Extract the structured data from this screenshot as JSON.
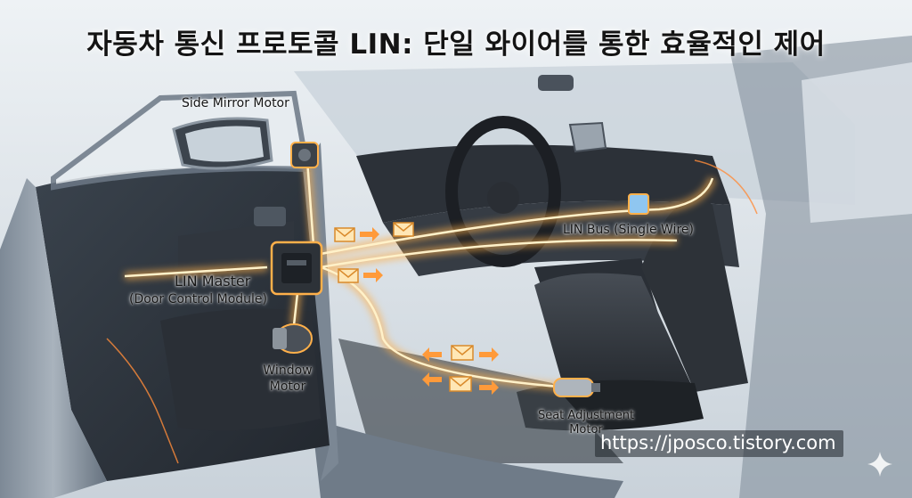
{
  "title": "자동차 통신 프로토콜 LIN: 단일 와이어를 통한 효율적인 제어",
  "labels": {
    "side_mirror_motor": "Side Mirror Motor",
    "lin_master": "LIN Master",
    "lin_master_sub": "(Door Control Module)",
    "window_motor_line1": "Window",
    "window_motor_line2": "Motor",
    "lin_bus": "LIN Bus (Single Wire)",
    "seat_motor_line1": "Seat Adjustment",
    "seat_motor_line2": "Motor"
  },
  "watermark": "https://jposco.tistory.com",
  "colors": {
    "bus_glow": "#ffb04a",
    "bus_core": "#fff1c9",
    "car_body": "#5c6a78",
    "interior_dark": "#2a2f36"
  },
  "icons": [
    "message-envelope-icon",
    "sparkle-icon"
  ]
}
